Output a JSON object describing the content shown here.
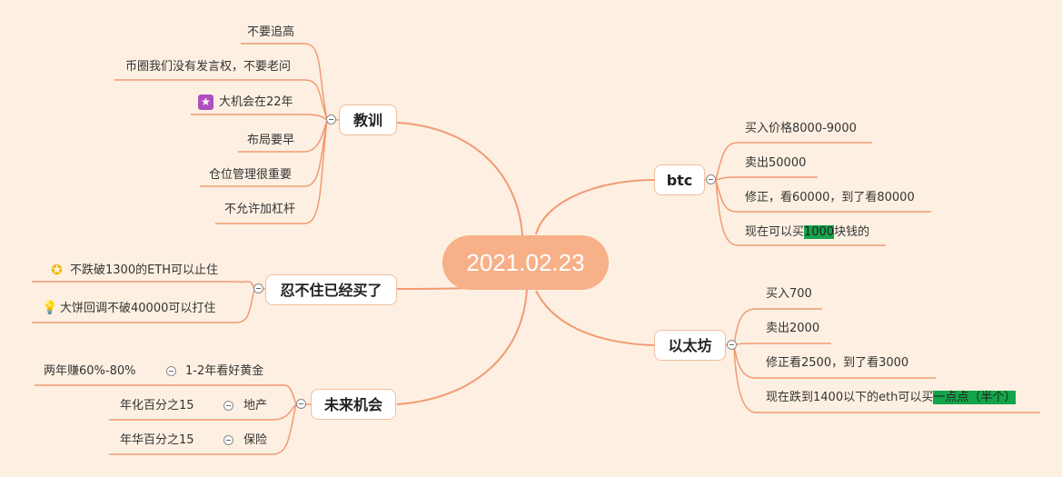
{
  "root": {
    "label": "2021.02.23"
  },
  "topics": {
    "jiaoxun": {
      "label": "教训",
      "items": [
        "不要追高",
        "币圈我们没有发言权，不要老问",
        "大机会在22年",
        "布局要早",
        "仓位管理很重要",
        "不允许加杠杆"
      ]
    },
    "renbuzhu": {
      "label": "忍不住已经买了",
      "items": [
        "不跌破1300的ETH可以止住",
        "大饼回调不破40000可以打住"
      ]
    },
    "weilai": {
      "label": "未来机会",
      "items": [
        {
          "label": "1-2年看好黄金",
          "child": "两年赚60%-80%"
        },
        {
          "label": "地产",
          "child": "年化百分之15"
        },
        {
          "label": "保险",
          "child": "年华百分之15"
        }
      ]
    },
    "btc": {
      "label": "btc",
      "items": [
        "买入价格8000-9000",
        "卖出50000",
        "修正，看60000，到了看80000"
      ],
      "last": {
        "before": "现在可以买",
        "highlight": "1000",
        "after": "块钱的"
      }
    },
    "eth": {
      "label": "以太坊",
      "items": [
        "买入700",
        "卖出2000",
        "修正看2500，到了看3000"
      ],
      "last": {
        "before": "现在跌到1400以下的eth可以买",
        "highlight": "一点点（半个）"
      }
    }
  },
  "colors": {
    "line": "#f29a72",
    "root_bg": "#f7b088",
    "background": "#fdf0e2",
    "highlight": "#14a44a"
  }
}
